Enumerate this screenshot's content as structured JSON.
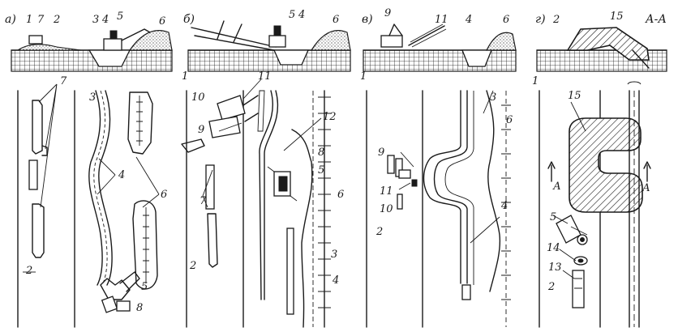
{
  "panels": [
    {
      "id": "a",
      "label": "а)"
    },
    {
      "id": "b",
      "label": "б)"
    },
    {
      "id": "v",
      "label": "в)"
    },
    {
      "id": "g",
      "label": "г)"
    }
  ],
  "section_label": "А-А",
  "cut_marker": "А",
  "callouts": {
    "a_prof": [
      "1",
      "7",
      "2",
      "3",
      "4",
      "5",
      "6"
    ],
    "a_plan": [
      "7",
      "3",
      "4",
      "6",
      "2",
      "5",
      "8"
    ],
    "b_prof": [
      "5",
      "4",
      "6",
      "1"
    ],
    "b_plan": [
      "11",
      "10",
      "9",
      "12",
      "8",
      "5",
      "6",
      "7",
      "3",
      "2",
      "4"
    ],
    "v_prof": [
      "9",
      "11",
      "4",
      "6",
      "1"
    ],
    "v_plan": [
      "3",
      "6",
      "9",
      "4",
      "11",
      "10",
      "2"
    ],
    "g_prof": [
      "2",
      "15",
      "1"
    ],
    "g_plan": [
      "15",
      "5",
      "14",
      "13",
      "2"
    ]
  }
}
